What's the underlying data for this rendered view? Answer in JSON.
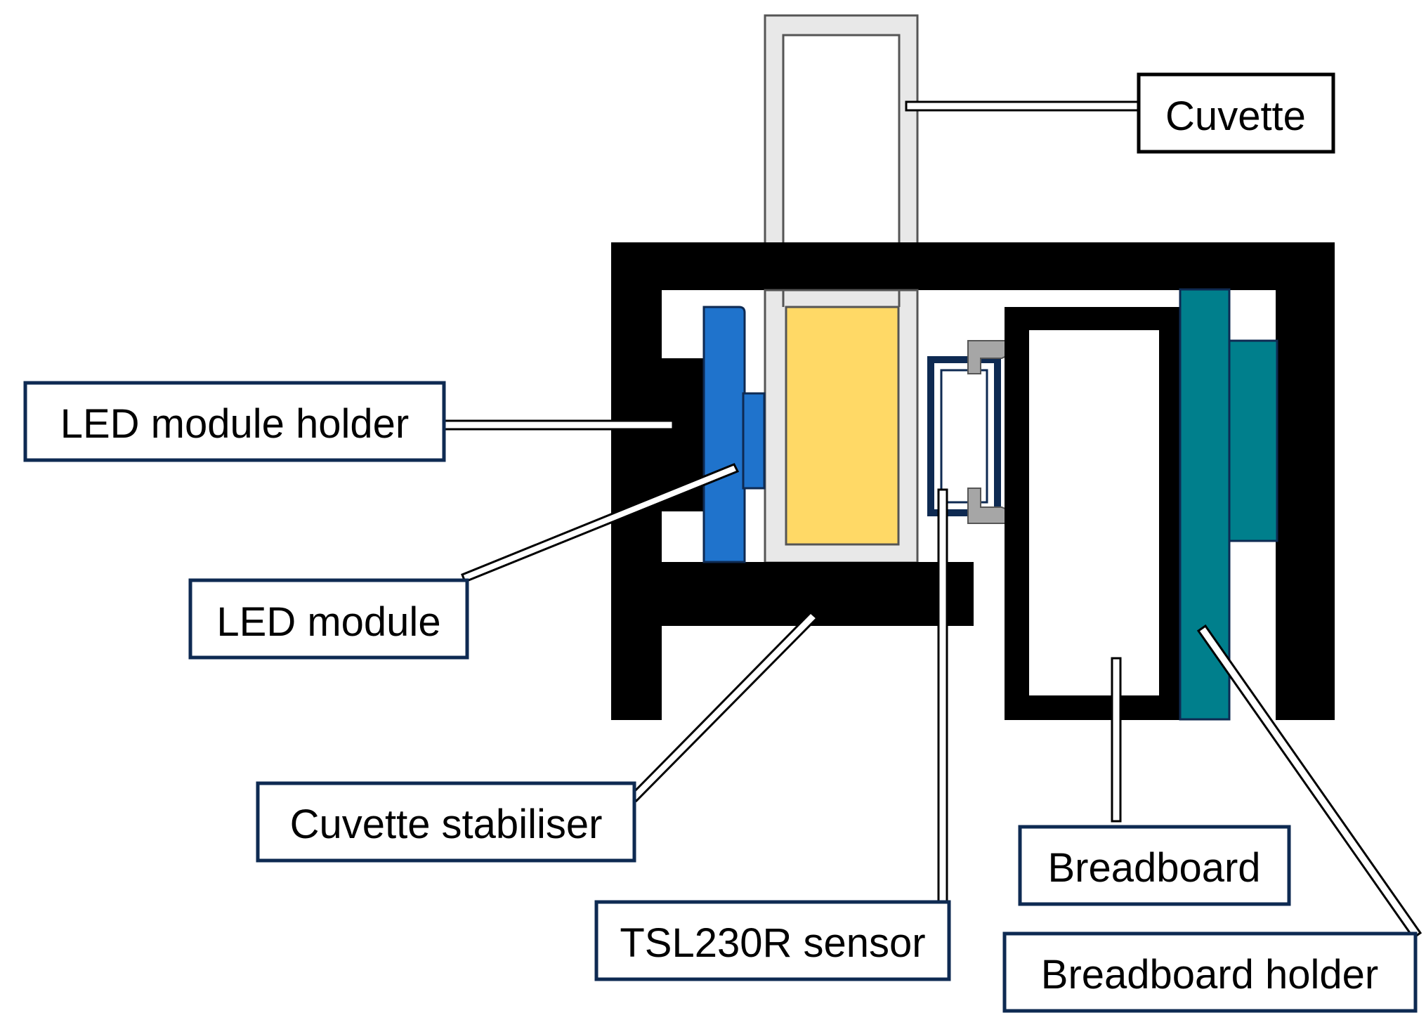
{
  "labels": {
    "cuvette": "Cuvette",
    "led_module_holder": "LED module holder",
    "led_module": "LED module",
    "cuvette_stabiliser": "Cuvette stabiliser",
    "tsl230r_sensor": "TSL230R sensor",
    "breadboard": "Breadboard",
    "breadboard_holder": "Breadboard holder"
  },
  "colors": {
    "frame": "#000000",
    "cuvette_glass": "#e8e8e8",
    "sample_liquid": "#ffd966",
    "led_module": "#1f73cc",
    "sensor_outline": "#0e2a52",
    "sensor_pins": "#a6a6a6",
    "breadboard_holder": "#007f8c",
    "label_border_dark_blue": "#0e2a52",
    "label_border_black": "#000000"
  }
}
